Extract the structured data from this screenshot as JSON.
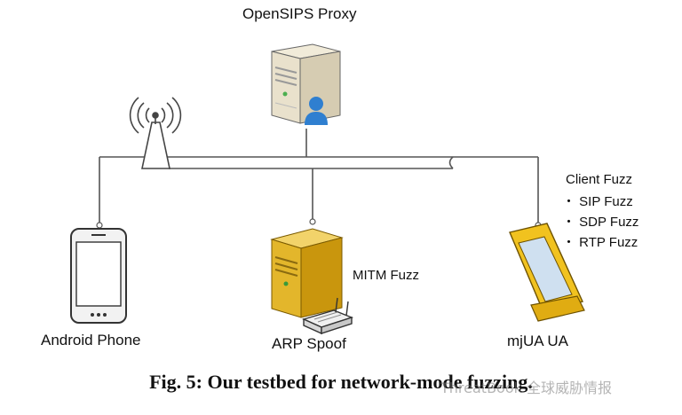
{
  "labels": {
    "proxy": "OpenSIPS Proxy",
    "phone": "Android Phone",
    "arp": "ARP Spoof",
    "mitm": "MITM Fuzz",
    "mjua": "mjUA UA",
    "client_fuzz": "Client Fuzz",
    "client_items": [
      "・ SIP Fuzz",
      "・ SDP Fuzz",
      "・ RTP Fuzz"
    ]
  },
  "caption": "Fig. 5: Our testbed for network-mode fuzzing.",
  "watermark": "ThreatBook 全球威胁情报",
  "colors": {
    "line": "#555555",
    "server_beige": "#e9e1cc",
    "server_yellow": "#e3b62b",
    "monitor_yellow": "#f1c21f",
    "screen_blue": "#cfe0f0",
    "user_blue": "#2f7fd0"
  }
}
